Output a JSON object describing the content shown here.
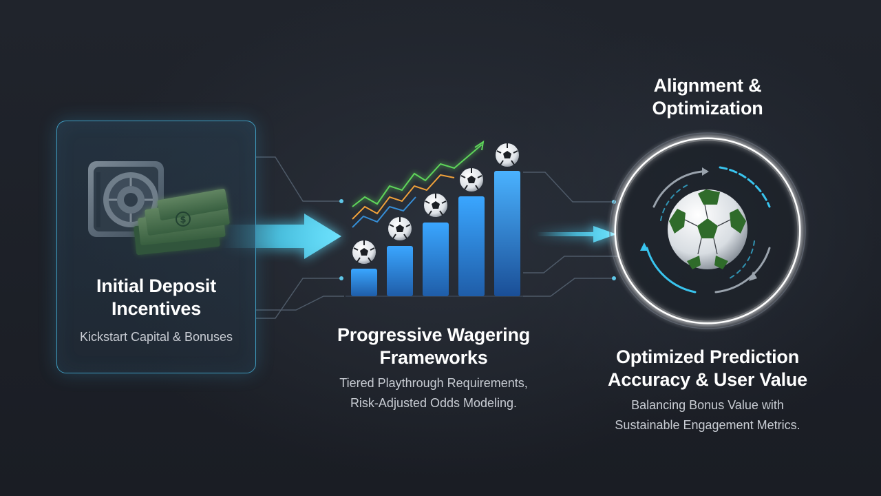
{
  "stage1": {
    "title_line1": "Initial Deposit",
    "title_line2": "Incentives",
    "subtitle": "Kickstart Capital & Bonuses"
  },
  "stage2": {
    "title_line1": "Progressive Wagering",
    "title_line2": "Frameworks",
    "subtitle_line1": "Tiered Playthrough Requirements,",
    "subtitle_line2": "Risk-Adjusted Odds Modeling."
  },
  "stage3": {
    "header_line1": "Alignment &",
    "header_line2": "Optimization",
    "title_line1": "Optimized Prediction",
    "title_line2": "Accuracy & User Value",
    "subtitle_line1": "Balancing Bonus Value with",
    "subtitle_line2": "Sustainable Engagement Metrics."
  },
  "icons": {
    "stage1": "vault-with-cash-icon",
    "stage2": "rising-bar-chart-with-soccer-balls-icon",
    "stage3": "soccer-ball-in-circular-arrows-icon"
  },
  "colors": {
    "background": "#1d2129",
    "accent_cyan": "#4fd3f5",
    "bar_blue": "#2d8fe0",
    "trend_green": "#5fd65a",
    "trend_orange": "#f0a23a"
  }
}
